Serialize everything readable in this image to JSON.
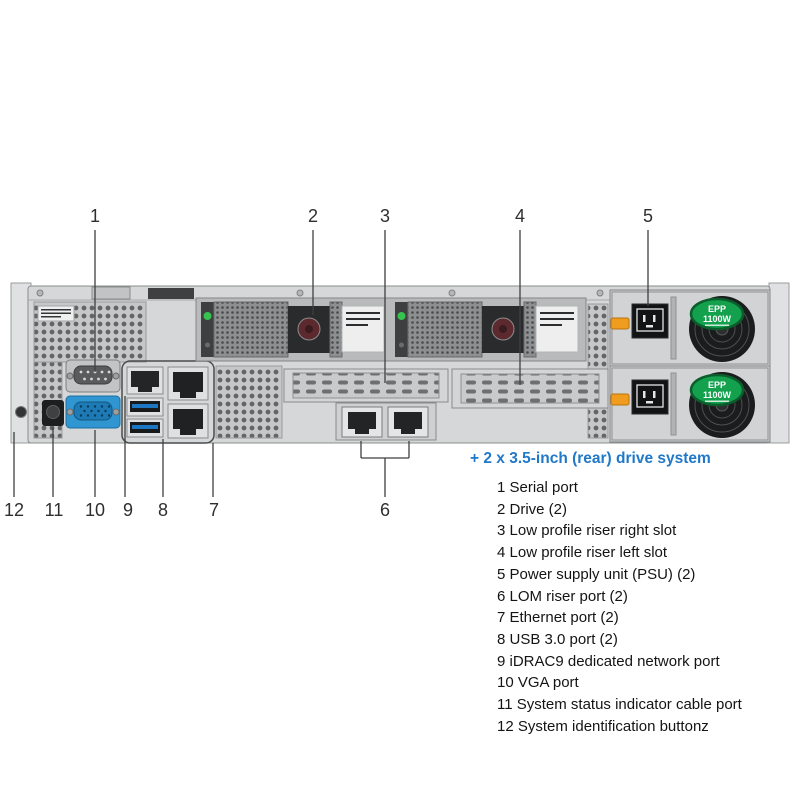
{
  "callouts": {
    "top": [
      "1",
      "2",
      "3",
      "4",
      "5"
    ],
    "bottom": [
      "12",
      "11",
      "10",
      "9",
      "8",
      "7",
      "6"
    ]
  },
  "legend": {
    "heading": "+ 2 x 3.5-inch (rear) drive system",
    "items": [
      "1 Serial port",
      "2 Drive (2)",
      "3 Low profile riser right slot",
      "4 Low profile riser left slot",
      "5 Power supply unit (PSU) (2)",
      "6 LOM riser port (2)",
      "7 Ethernet port (2)",
      "8 USB 3.0 port (2)",
      "9 iDRAC9 dedicated network port",
      "10 VGA port",
      "11 System status indicator cable port",
      "12 System identification buttonz"
    ]
  },
  "psu_badge": {
    "line1": "EPP",
    "line2": "1100W"
  },
  "colors": {
    "legend_heading_blue": "#1f78c8",
    "psu_badge_green": "#13a14e",
    "vga_port_blue": "#2f96d2",
    "usb_tongue_blue": "#1d76c2",
    "drive_led_green": "#37c24f",
    "psu_latch_orange": "#f09c1e"
  }
}
